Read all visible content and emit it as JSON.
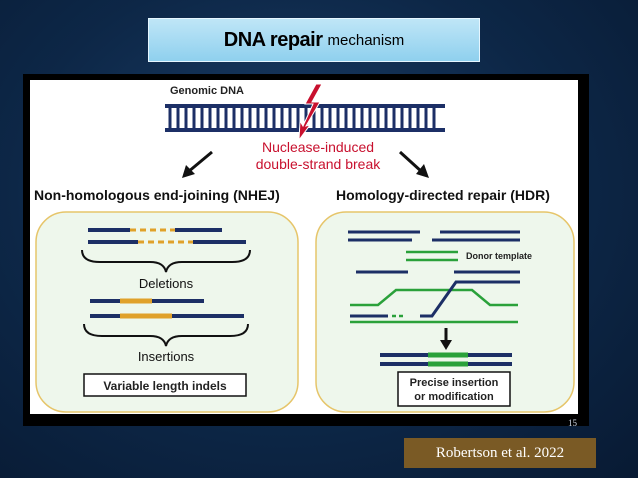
{
  "slide": {
    "title_main": "DNA repair",
    "title_sub": "mechanism",
    "page_number": "15",
    "citation": "Robertson et al.  2022"
  },
  "diagram": {
    "genomic_dna": "Genomic DNA",
    "break_line1": "Nuclease-induced",
    "break_line2": "double-strand break",
    "nhej_title": "Non-homologous end-joining (NHEJ)",
    "hdr_title": "Homology-directed repair (HDR)",
    "deletions": "Deletions",
    "insertions": "Insertions",
    "indels": "Variable length indels",
    "donor_template": "Donor template",
    "precise_line1": "Precise insertion",
    "precise_line2": "or modification"
  },
  "colors": {
    "dna_navy": "#1c2f66",
    "break_red": "#c8102e",
    "insert_gold": "#e0a12a",
    "donor_green": "#2aa13a",
    "panel_fill": "#eef7ec",
    "panel_border": "#e6c56a"
  }
}
